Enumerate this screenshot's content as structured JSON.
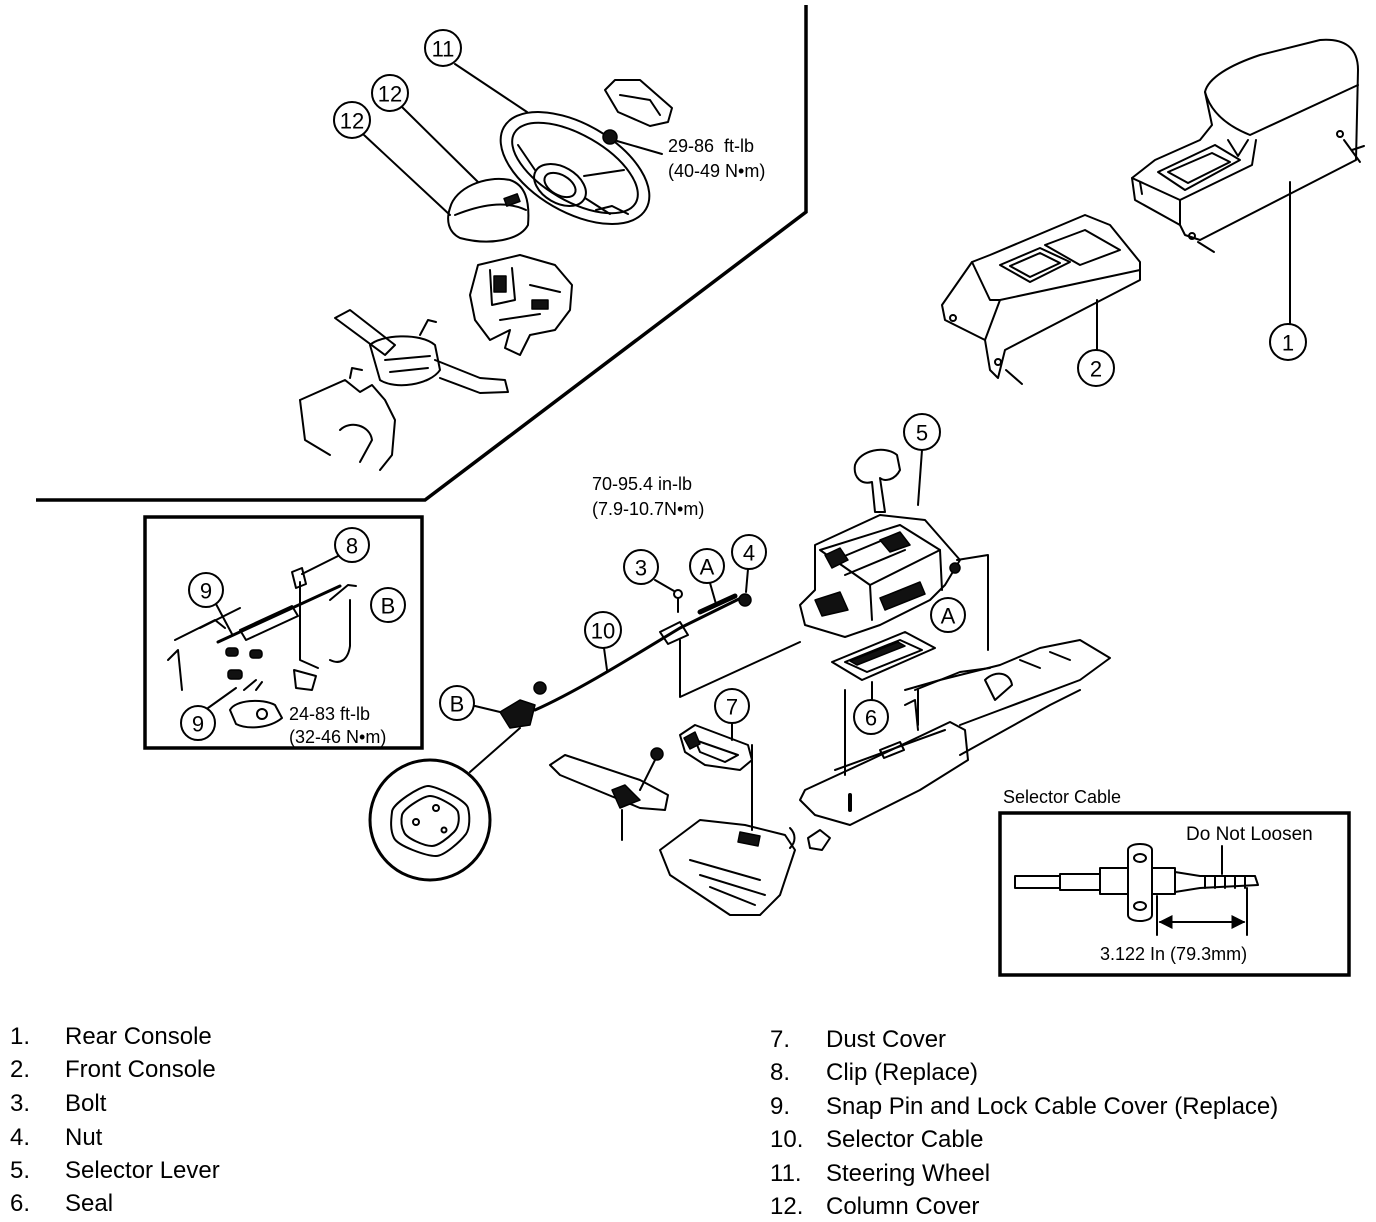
{
  "callouts": {
    "steering_wheel": "11",
    "column_cover_upper": "12",
    "column_cover_lower": "12",
    "rear_console": "1",
    "front_console": "2",
    "selector_lever": "5",
    "bolt": "3",
    "ref_a_cable": "A",
    "nut": "4",
    "selector_cable": "10",
    "ref_b_cable": "B",
    "dust_cover": "7",
    "seal": "6",
    "ref_a_lever": "A",
    "inset_clip": "8",
    "inset_snap_pin_upper": "9",
    "inset_ref_b": "B",
    "inset_snap_pin_lower": "9"
  },
  "torque": {
    "steering_wheel": {
      "imperial": "29-86  ft-lb",
      "metric": "(40-49 N•m)"
    },
    "cable": {
      "imperial": "70-95.4 in-lb",
      "metric": "(7.9-10.7N•m)"
    },
    "inset": {
      "imperial": "24-83 ft-lb",
      "metric": "(32-46 N•m)"
    }
  },
  "selector_cable_inset": {
    "title": "Selector Cable",
    "note": "Do Not Loosen",
    "dimension": "3.122 In (79.3mm)"
  },
  "legend": [
    {
      "num": "1.",
      "label": "Rear Console"
    },
    {
      "num": "2.",
      "label": "Front Console"
    },
    {
      "num": "3.",
      "label": "Bolt"
    },
    {
      "num": "4.",
      "label": "Nut"
    },
    {
      "num": "5.",
      "label": "Selector Lever"
    },
    {
      "num": "6.",
      "label": "Seal"
    },
    {
      "num": "7.",
      "label": "Dust Cover"
    },
    {
      "num": "8.",
      "label": "Clip (Replace)"
    },
    {
      "num": "9.",
      "label": "Snap Pin and Lock Cable Cover (Replace)"
    },
    {
      "num": "10.",
      "label": "Selector Cable"
    },
    {
      "num": "11.",
      "label": "Steering Wheel"
    },
    {
      "num": "12.",
      "label": "Column Cover"
    }
  ]
}
